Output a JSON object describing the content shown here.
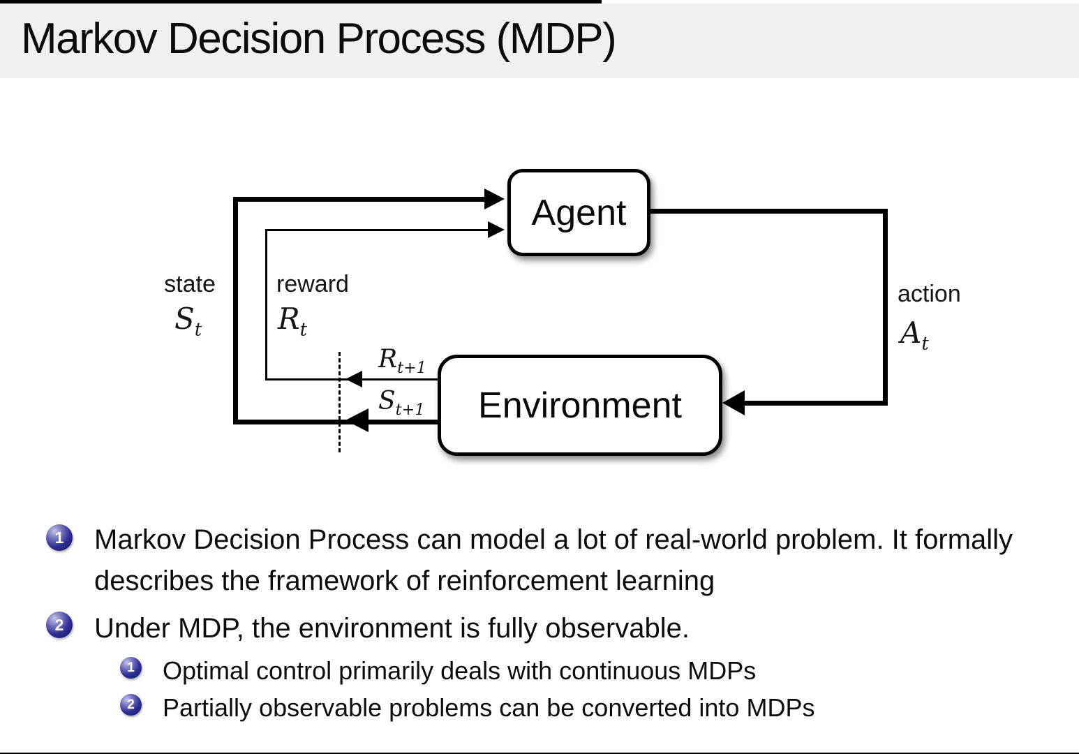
{
  "title": "Markov Decision Process (MDP)",
  "diagram": {
    "agent": "Agent",
    "environment": "Environment",
    "state": {
      "label": "state",
      "symbol": "S",
      "sub": "t"
    },
    "reward": {
      "label": "reward",
      "symbol": "R",
      "sub": "t"
    },
    "action": {
      "label": "action",
      "symbol": "A",
      "sub": "t"
    },
    "next_reward": {
      "symbol": "R",
      "sub": "t+1"
    },
    "next_state": {
      "symbol": "S",
      "sub": "t+1"
    }
  },
  "bullets": {
    "item1": {
      "number": "1",
      "text": "Markov Decision Process can model a lot of real-world problem. It formally describes the framework of reinforcement learning"
    },
    "item2": {
      "number": "2",
      "text": "Under MDP, the environment is fully observable."
    },
    "item2_sub1": {
      "number": "1",
      "text": "Optimal control primarily deals with continuous MDPs"
    },
    "item2_sub2": {
      "number": "2",
      "text": "Partially observable problems can be converted into MDPs"
    }
  },
  "colors": {
    "title_band": "#f0f0f0",
    "ball_core": "#2e2e96",
    "ball_dark": "#14145a",
    "line": "#000000",
    "text": "#111111",
    "background": "#ffffff"
  }
}
